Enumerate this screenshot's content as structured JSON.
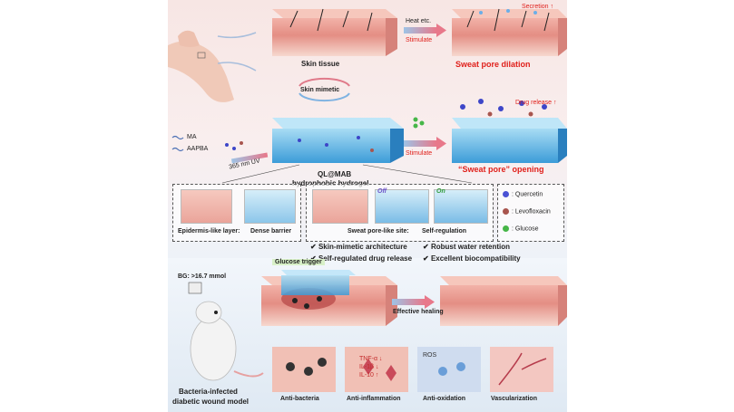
{
  "top": {
    "skin_tissue_label": "Skin tissue",
    "heat_label": "Heat etc.",
    "stimulate_label_1": "Stimulate",
    "secretion_label": "Secretion ↑",
    "sweat_pore_dilation_label": "Sweat pore dilation",
    "skin_mimetic_label": "Skin mimetic",
    "ma_label": "MA",
    "aapba_label": "AAPBA",
    "uv_label": "365 nm UV",
    "hydrogel_name": "QL@MAB",
    "hydrogel_desc": "hydrophobic hydrogel",
    "stimulate_label_2": "Stimulate",
    "drug_release_label": "Drug release ↑",
    "sweat_pore_opening_label": "“Sweat pore” opening"
  },
  "middle": {
    "epidermis_label": "Epidermis-like layer:",
    "dense_barrier_label": "Dense barrier",
    "sweat_site_label": "Sweat pore-like site:",
    "self_regulation_label": "Self-regulation",
    "off_label": "Off",
    "on_label": "On",
    "legend": [
      {
        "label": ": Quercetin",
        "color": "#4a52d4"
      },
      {
        "label": ": Levofloxacin",
        "color": "#a8554e"
      },
      {
        "label": ": Glucose",
        "color": "#46b648"
      }
    ]
  },
  "features": [
    "Skin-mimetic architecture",
    "Robust water retention",
    "Self-regulated drug release",
    "Excellent biocompatibility"
  ],
  "bottom": {
    "glucose_trigger_label": "Glucose trigger",
    "bg_label": "BG: >16.7 mmol",
    "effective_healing_label": "Effective healing",
    "model_label_1": "Bacteria-infected",
    "model_label_2": "diabetic wound model",
    "outcomes": [
      "Anti-bacteria",
      "Anti-inflammation",
      "Anti-oxidation",
      "Vascularization"
    ],
    "inflam_markers": [
      "TNF-α ↓",
      "IL-1β ↓",
      "IL-10 ↑"
    ],
    "ros_label": "ROS"
  }
}
